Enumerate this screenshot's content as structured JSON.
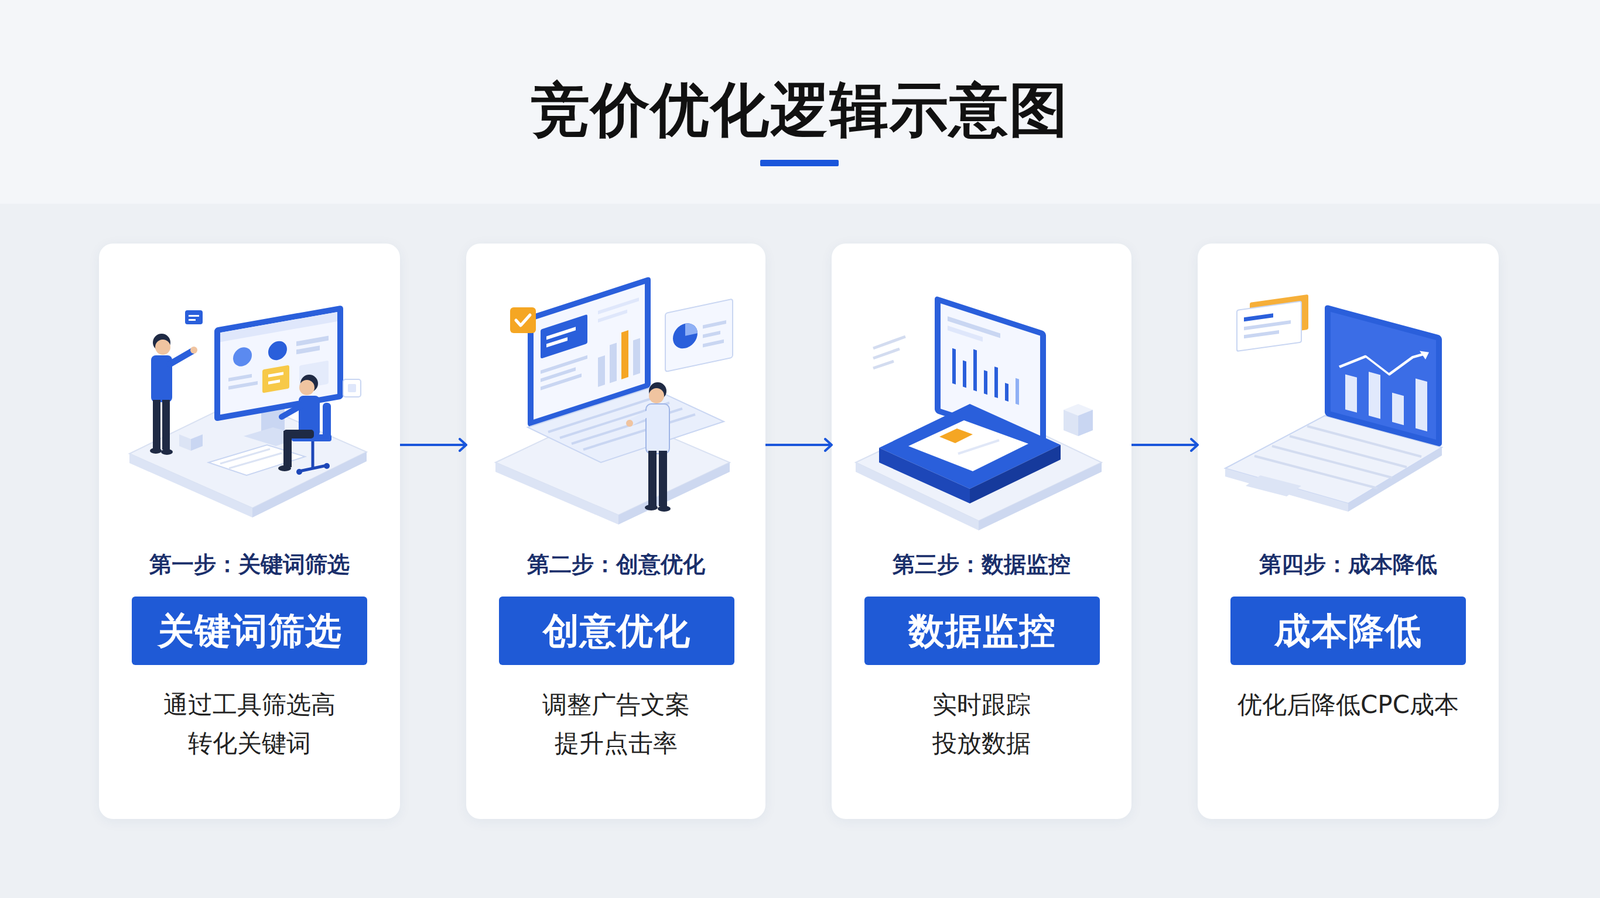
{
  "diagram": {
    "title": "竞价优化逻辑示意图",
    "nodes": [
      {
        "text": [
          "第一步：关键词筛选",
          "通过工具筛选高 转化关键词"
        ]
      },
      {
        "text": [
          "关键词筛选"
        ],
        "in": 0
      },
      {
        "text": [
          "第二步：创意优化",
          "调整广告文案 提升点击率"
        ]
      },
      {
        "text": [
          "创意优化"
        ],
        "in": 2
      },
      {
        "text": [
          "第三步：数据监控",
          "实时跟踪 投放数据"
        ]
      },
      {
        "text": [
          "数据监控"
        ],
        "in": 4
      },
      {
        "text": [
          "第四步：成本降低",
          "优化后降低CPC成本"
        ]
      },
      {
        "text": [
          "成本降低"
        ],
        "in": 6
      }
    ],
    "edges": [
      {
        "from": 0,
        "to": 2,
        "arrow": "to"
      },
      {
        "from": 2,
        "to": 4,
        "arrow": "to"
      },
      {
        "from": 4,
        "to": 6,
        "arrow": "to"
      }
    ]
  }
}
